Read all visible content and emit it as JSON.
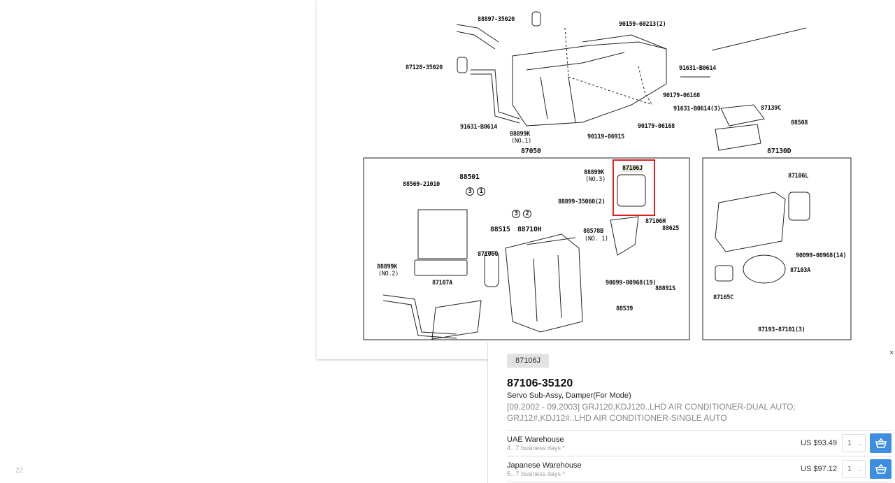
{
  "page_number": "22",
  "diagram": {
    "labels": [
      "88897-35020",
      "90159-60213(2)",
      "87128-35020",
      "91631-B0614",
      "90179-06168",
      "91631-B0614(3)",
      "87139C",
      "88508",
      "91631-B0614",
      "88899K",
      "(NO.1)",
      "90119-06915",
      "90179-06168",
      "87050",
      "87130D",
      "88569-21010",
      "88501",
      "88899K",
      "(NO.3)",
      "87106J",
      "88899-35060(2)",
      "87106L",
      "88515",
      "88710H",
      "87106H",
      "88625",
      "88578B",
      "(NO. 1)",
      "87106G",
      "90099-00968(14)",
      "87103A",
      "88899K",
      "(NO.2)",
      "87107A",
      "90099-00968(19)",
      "88891S",
      "87165C",
      "88539",
      "87193-87101(3)"
    ],
    "circled": [
      "3",
      "1",
      "3",
      "2"
    ],
    "highlight_color": "#e02020"
  },
  "close_label": "×",
  "detail": {
    "ref_code": "87106J",
    "part_number": "87106-35120",
    "part_name": "Servo Sub-Assy, Damper(For Mode)",
    "applicability": "[09.2002 - 09.2003] GRJ120,KDJ120..LHD AIR CONDITIONER-DUAL AUTO; GRJ12#,KDJ12#..LHD AIR CONDITIONER-SINGLE AUTO",
    "warehouses": [
      {
        "name": "UAE Warehouse",
        "delivery": "4...7 business days *",
        "price": "US $93.49",
        "qty": "1"
      },
      {
        "name": "Japanese Warehouse",
        "delivery": "5...7 business days *",
        "price": "US $97.12",
        "qty": "1"
      }
    ],
    "accent_color": "#3d8ee0"
  }
}
